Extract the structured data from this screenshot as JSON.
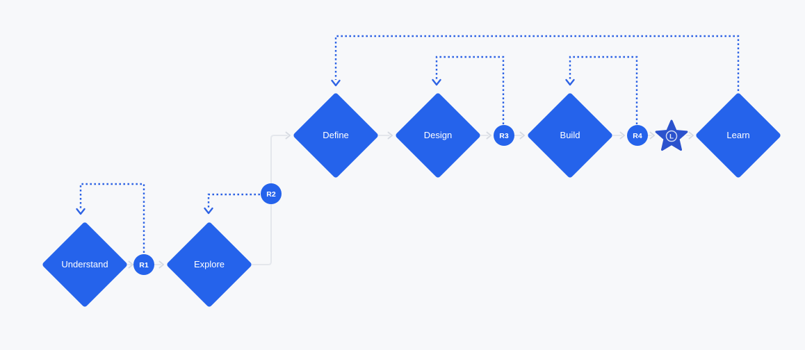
{
  "diagram": {
    "phases": [
      {
        "id": "understand",
        "label": "Understand"
      },
      {
        "id": "explore",
        "label": "Explore"
      },
      {
        "id": "define",
        "label": "Define"
      },
      {
        "id": "design",
        "label": "Design"
      },
      {
        "id": "build",
        "label": "Build"
      },
      {
        "id": "learn",
        "label": "Learn"
      }
    ],
    "checkpoints": [
      {
        "id": "r1",
        "label": "R1"
      },
      {
        "id": "r2",
        "label": "R2"
      },
      {
        "id": "r3",
        "label": "R3"
      },
      {
        "id": "r4",
        "label": "R4"
      }
    ],
    "milestone": {
      "label": "L"
    },
    "colors": {
      "background": "#f7f8fa",
      "node_blue": "#2563eb",
      "star_blue": "#2b52cd",
      "loop_blue": "#2e63e4",
      "connector_gray": "#e4e7ec",
      "label_white": "#ffffff"
    }
  }
}
